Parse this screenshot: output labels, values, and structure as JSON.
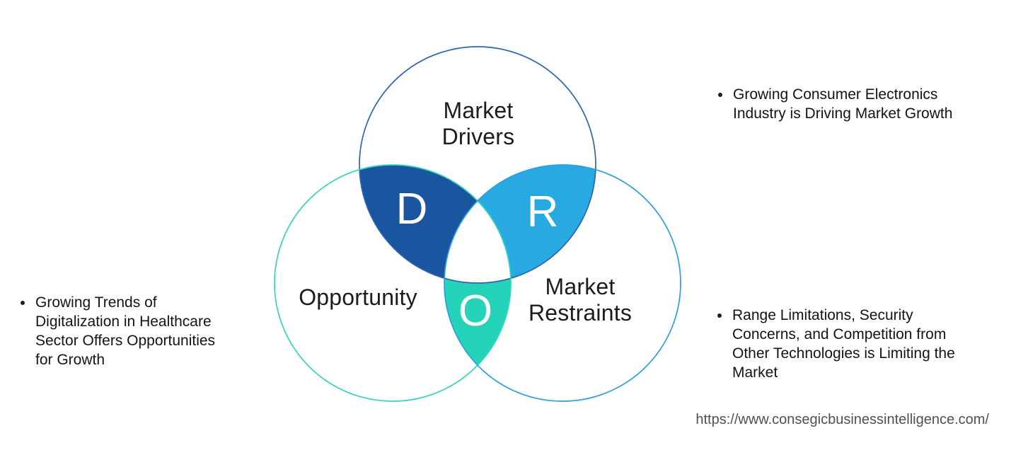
{
  "diagram": {
    "circles": {
      "drivers": {
        "label": "Market\nDrivers",
        "stroke": "#2E64AE"
      },
      "opportunity": {
        "label": "Opportunity",
        "stroke": "#35D4BE"
      },
      "restraints": {
        "label": "Market\nRestraints",
        "stroke": "#2D9FE0"
      }
    },
    "regions": {
      "d": {
        "letter": "D",
        "fill": "#1A56A0"
      },
      "r": {
        "letter": "R",
        "fill": "#29A9E1"
      },
      "o": {
        "letter": "O",
        "fill": "#25D3B9"
      },
      "center_fill": "#FFFFFF"
    }
  },
  "annotations": {
    "left": {
      "text": "Growing Trends of\nDigitalization in Healthcare\nSector Offers Opportunities\nfor Growth"
    },
    "top_right": {
      "text": "Growing Consumer Electronics\nIndustry is Driving Market Growth"
    },
    "bottom_right": {
      "text": "Range Limitations, Security\nConcerns, and Competition from\nOther Technologies is Limiting the\nMarket"
    }
  },
  "footer": {
    "url": "https://www.consegicbusinessintelligence.com/"
  }
}
